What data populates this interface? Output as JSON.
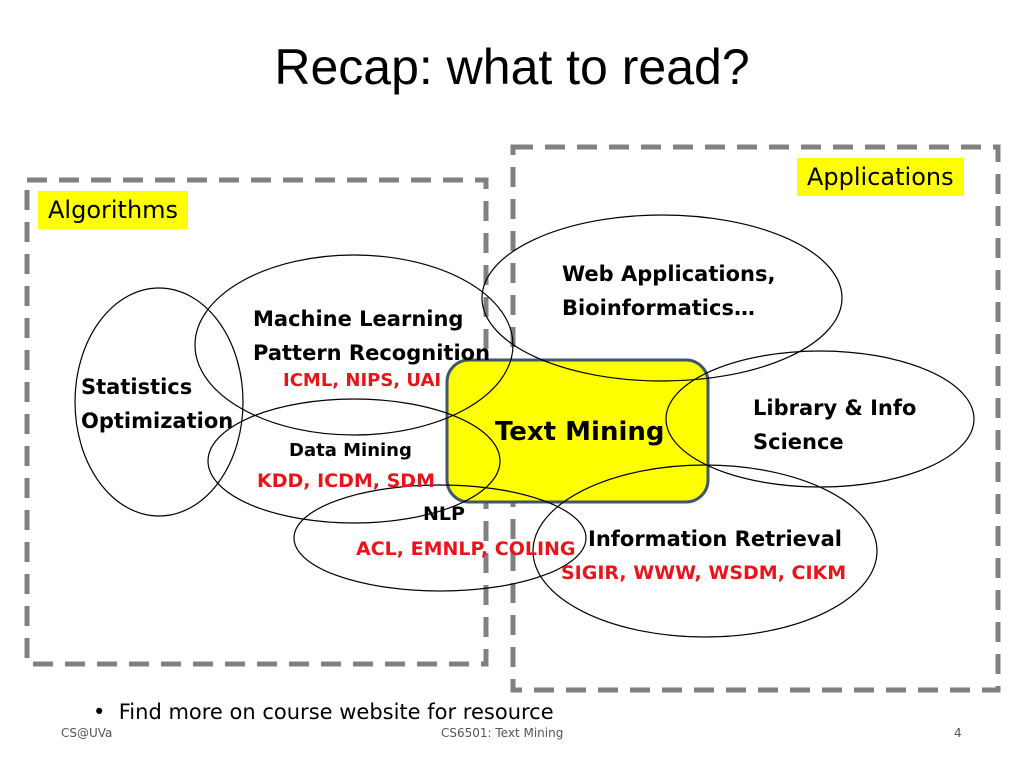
{
  "slide": {
    "title": "Recap: what to read?",
    "bullet": "Find more on course website for resource",
    "footer_left": "CS@UVa",
    "footer_center": "CS6501: Text Mining",
    "page_number": "4"
  },
  "diagram": {
    "algorithms_label": "Algorithms",
    "applications_label": "Applications",
    "center": "Text Mining",
    "statistics": {
      "line1": "Statistics",
      "line2": "Optimization"
    },
    "ml": {
      "line1": "Machine Learning",
      "line2": "Pattern Recognition",
      "venues": "ICML, NIPS, UAI"
    },
    "dm": {
      "name": "Data Mining",
      "venues": "KDD, ICDM, SDM"
    },
    "nlp": {
      "name": "NLP",
      "venues": "ACL, EMNLP, COLING"
    },
    "web": {
      "line1": "Web Applications,",
      "line2": "Bioinformatics…"
    },
    "library": {
      "line1": "Library & Info",
      "line2": "Science"
    },
    "ir": {
      "name": "Information Retrieval",
      "venues": "SIGIR, WWW, WSDM, CIKM"
    }
  },
  "colors": {
    "highlight_yellow": "#ffff00",
    "venue_red": "#e8141b",
    "dash_gray": "#808080",
    "center_border": "#41566b"
  }
}
